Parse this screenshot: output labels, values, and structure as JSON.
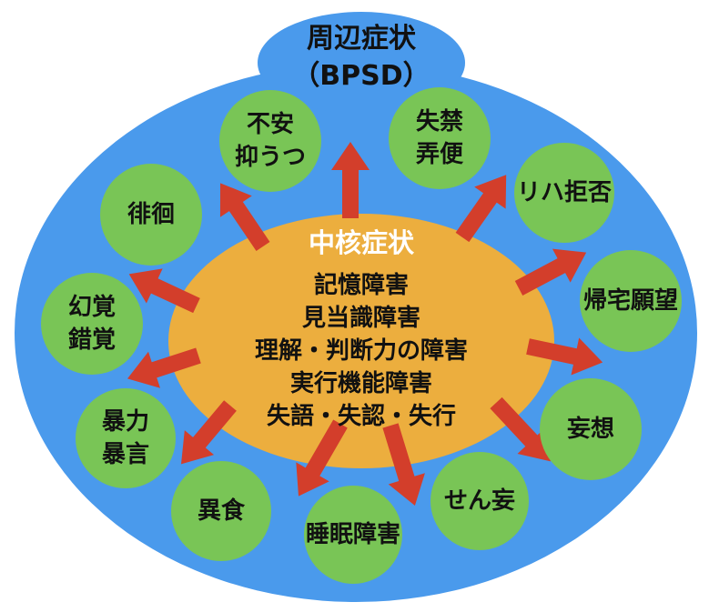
{
  "bpsd_bubble": {
    "line1": "周辺症状",
    "line2": "（BPSD）"
  },
  "core": {
    "title": "中核症状",
    "items": [
      "記憶障害",
      "見当識障害",
      "理解・判断力の障害",
      "実行機能障害",
      "失語・失認・失行"
    ]
  },
  "peripheral": {
    "circles": [
      {
        "label": "不安\n抑うつ"
      },
      {
        "label": "失禁\n弄便"
      },
      {
        "label": "リハ拒否"
      },
      {
        "label": "帰宅願望"
      },
      {
        "label": "妄想"
      },
      {
        "label": "せん妄"
      },
      {
        "label": "睡眠障害"
      },
      {
        "label": "異食"
      },
      {
        "label": "暴力\n暴言"
      },
      {
        "label": "幻覚\n錯覚"
      },
      {
        "label": "徘徊"
      }
    ]
  },
  "colors": {
    "region_blue": "#4A9AEC",
    "core_orange": "#ECAE3E",
    "circle_green": "#79C556",
    "arrow_red": "#D33E2B"
  }
}
